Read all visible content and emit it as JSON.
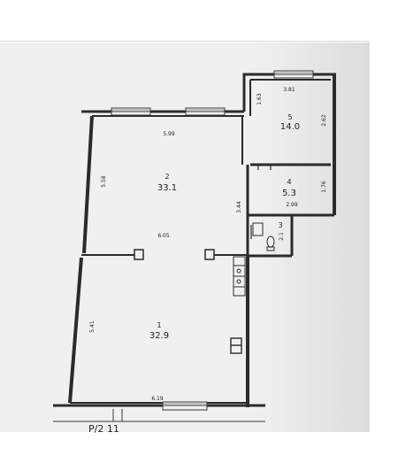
{
  "plan": {
    "rooms": [
      {
        "number": "1",
        "area": "32.9"
      },
      {
        "number": "2",
        "area": "33.1"
      },
      {
        "number": "3",
        "area": "2.1"
      },
      {
        "number": "4",
        "area": "5.3"
      },
      {
        "number": "5",
        "area": "14.0"
      }
    ],
    "dimensions": {
      "room2_top": "5.99",
      "room2_left": "5.58",
      "room2_bottom": "6.05",
      "room2_right": "3.44",
      "room1_left": "5.41",
      "room1_bottom": "6.19",
      "room5_top": "3.81",
      "room5_left": "1.63",
      "room5_right": "2.62",
      "room4_right": "1.76",
      "room4_bottom": "2.99"
    },
    "bottom_cut_text": "Р/2  11"
  },
  "colors": {
    "wall": "#2b2b2b",
    "window": "#3a3a3a",
    "paper": "#f0f0f0"
  }
}
